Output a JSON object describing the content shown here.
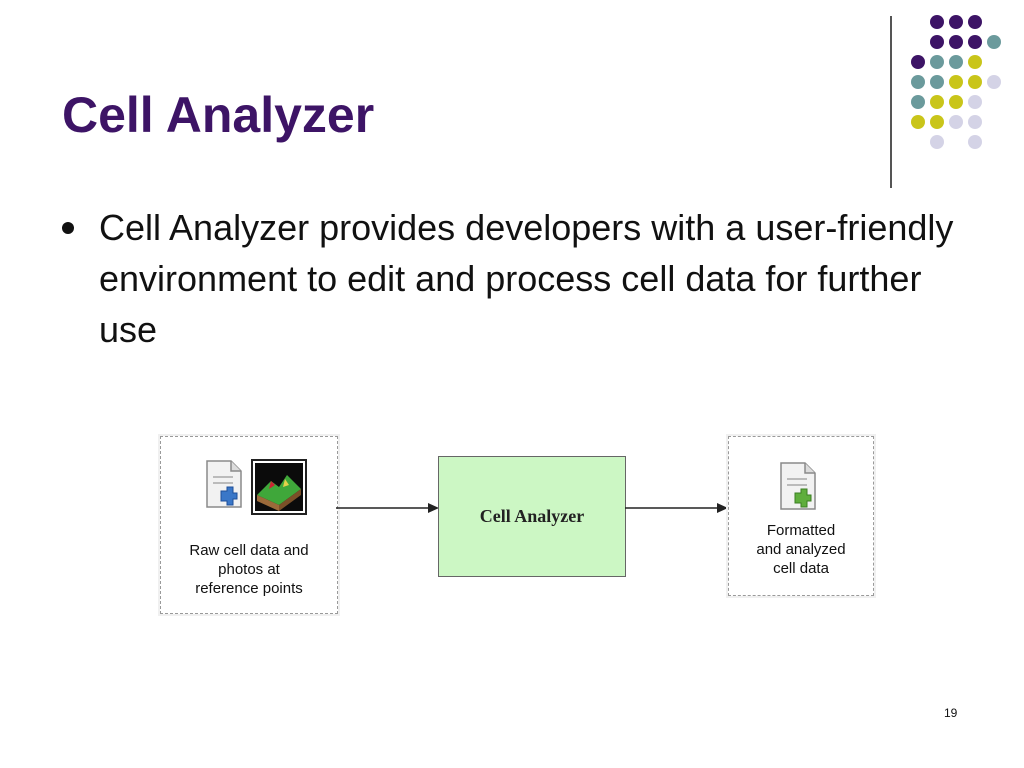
{
  "slide": {
    "title": "Cell Analyzer",
    "bullet": "Cell Analyzer provides developers with a user-friendly environment to edit and process cell data for further use",
    "page_number": "19"
  },
  "diagram": {
    "left_label_1": "Raw cell data and",
    "left_label_2": "photos at",
    "left_label_3": "reference points",
    "center_label": "Cell Analyzer",
    "right_label_1": "Formatted",
    "right_label_2": "and analyzed",
    "right_label_3": "cell data",
    "icons": [
      "data-file-icon",
      "terrain-photo-icon",
      "data-file-icon"
    ]
  },
  "colors": {
    "title": "#3d1466",
    "dot_purple": "#3d1466",
    "dot_teal": "#6b9a9c",
    "dot_yellow": "#c9c51a",
    "dot_lavender": "#d4d3e6",
    "center_fill": "#ccf7c4"
  }
}
